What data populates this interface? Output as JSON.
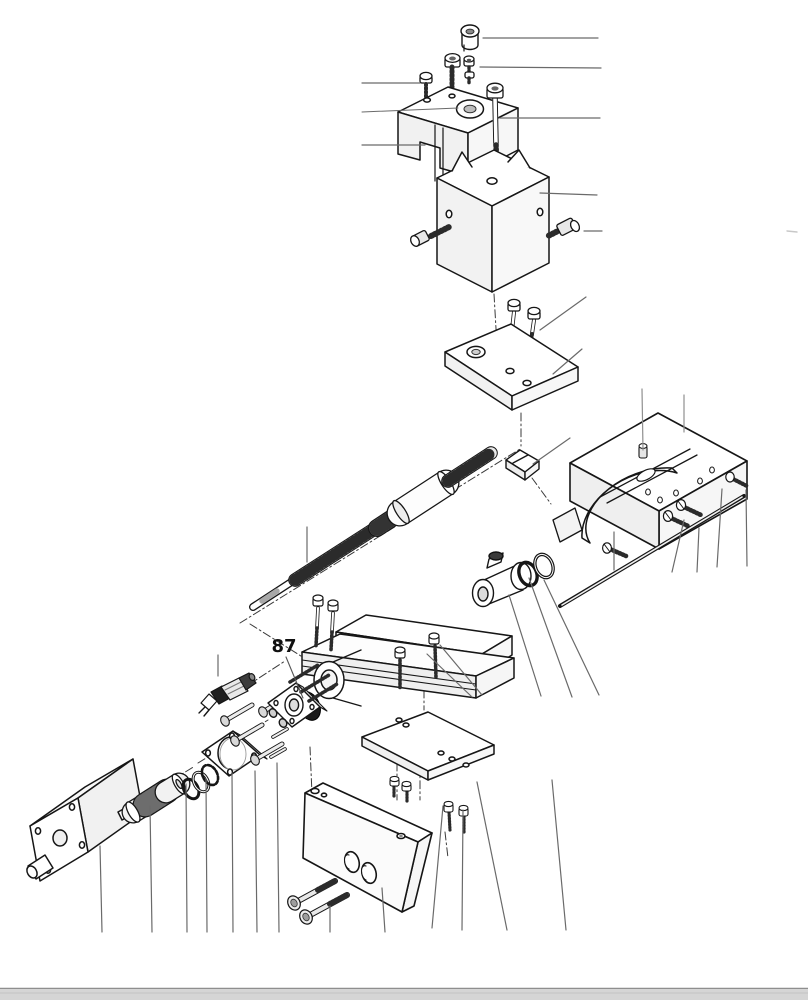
{
  "figure": {
    "type": "exploded-parts-diagram",
    "subject": "Motor-driven machine vise slide assembly, exploded view",
    "callout": {
      "text": "87"
    }
  },
  "colors": {
    "background": "#ffffff",
    "outline": "#161616",
    "leader": "#6a6a6a",
    "leader_light": "#8f8f8f",
    "dark_part": "#1b1b1b",
    "thread": "#2b2b2b",
    "footer_bar": "#d5d5d5",
    "footer_edge": "#8e8e8e"
  },
  "parts": [
    "cap-nut",
    "set-screw-pair",
    "socket-head-screw",
    "long-socket-screw",
    "stepped-bracket",
    "slide-housing-block",
    "side-bolt-left",
    "side-bolt-right",
    "cap-screw-pair",
    "cover-plate",
    "clamp-shoe",
    "lead-screw",
    "lead-screw-nut",
    "swivel-saddle",
    "slot-screw",
    "gib-screws",
    "end-pin-screw",
    "gib-rod",
    "carriage-body",
    "deck-screws",
    "trunnion-nut-block",
    "o-ring-washers",
    "shaft-seal-ring-87",
    "bearing-flange",
    "flange-studs",
    "sensor-plug",
    "flexible-coupling",
    "spring-washers",
    "motor-flange-plate",
    "flange-screws",
    "gear-motor",
    "base-plate",
    "plate-screws",
    "end-block",
    "block-screws"
  ],
  "footer": {
    "kind": "page-edge-bar"
  }
}
